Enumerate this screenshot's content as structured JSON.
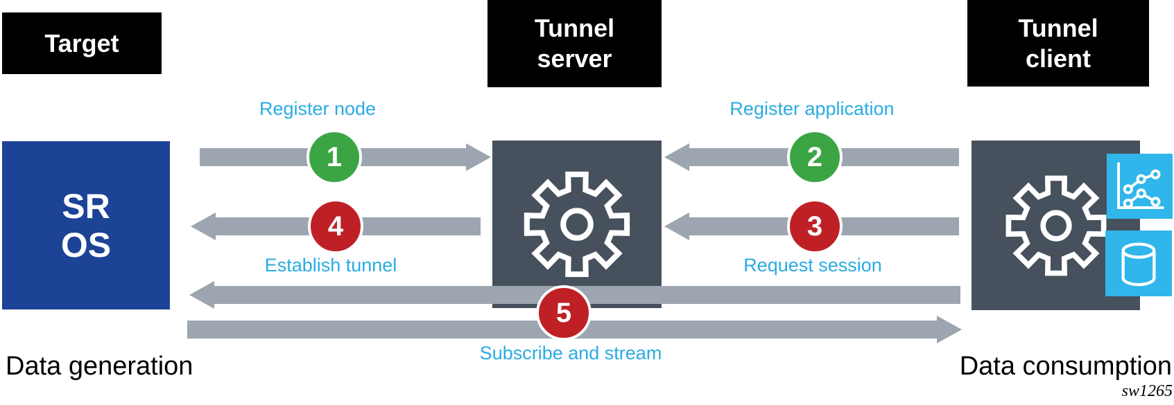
{
  "headers": [
    {
      "id": "target",
      "label": "Target"
    },
    {
      "id": "tunnel_server",
      "label": "Tunnel\nserver"
    },
    {
      "id": "tunnel_client",
      "label": "Tunnel\nclient"
    }
  ],
  "nodes": {
    "sros_label": "SR\nOS"
  },
  "steps": [
    {
      "num": "1",
      "label": "Register node",
      "color": "green"
    },
    {
      "num": "2",
      "label": "Register application",
      "color": "green"
    },
    {
      "num": "3",
      "label": "Request session",
      "color": "red"
    },
    {
      "num": "4",
      "label": "Establish tunnel",
      "color": "red"
    },
    {
      "num": "5",
      "label": "Subscribe and stream",
      "color": "red"
    }
  ],
  "footers": {
    "left": "Data generation",
    "right": "Data consumption"
  },
  "figure_id": "sw1265",
  "icons": {
    "server": "gear-icon",
    "client": "gear-icon",
    "chart_square": "line-chart-icon",
    "db_square": "database-icon"
  },
  "colors": {
    "black_box": "#000000",
    "sros_blue": "#1D4396",
    "node_slate": "#47515D",
    "arrow_gray": "#9CA5B0",
    "step_green": "#3BA543",
    "step_red": "#BF2026",
    "label_cyan": "#29ABE2",
    "icon_square_cyan": "#30B6EA"
  }
}
